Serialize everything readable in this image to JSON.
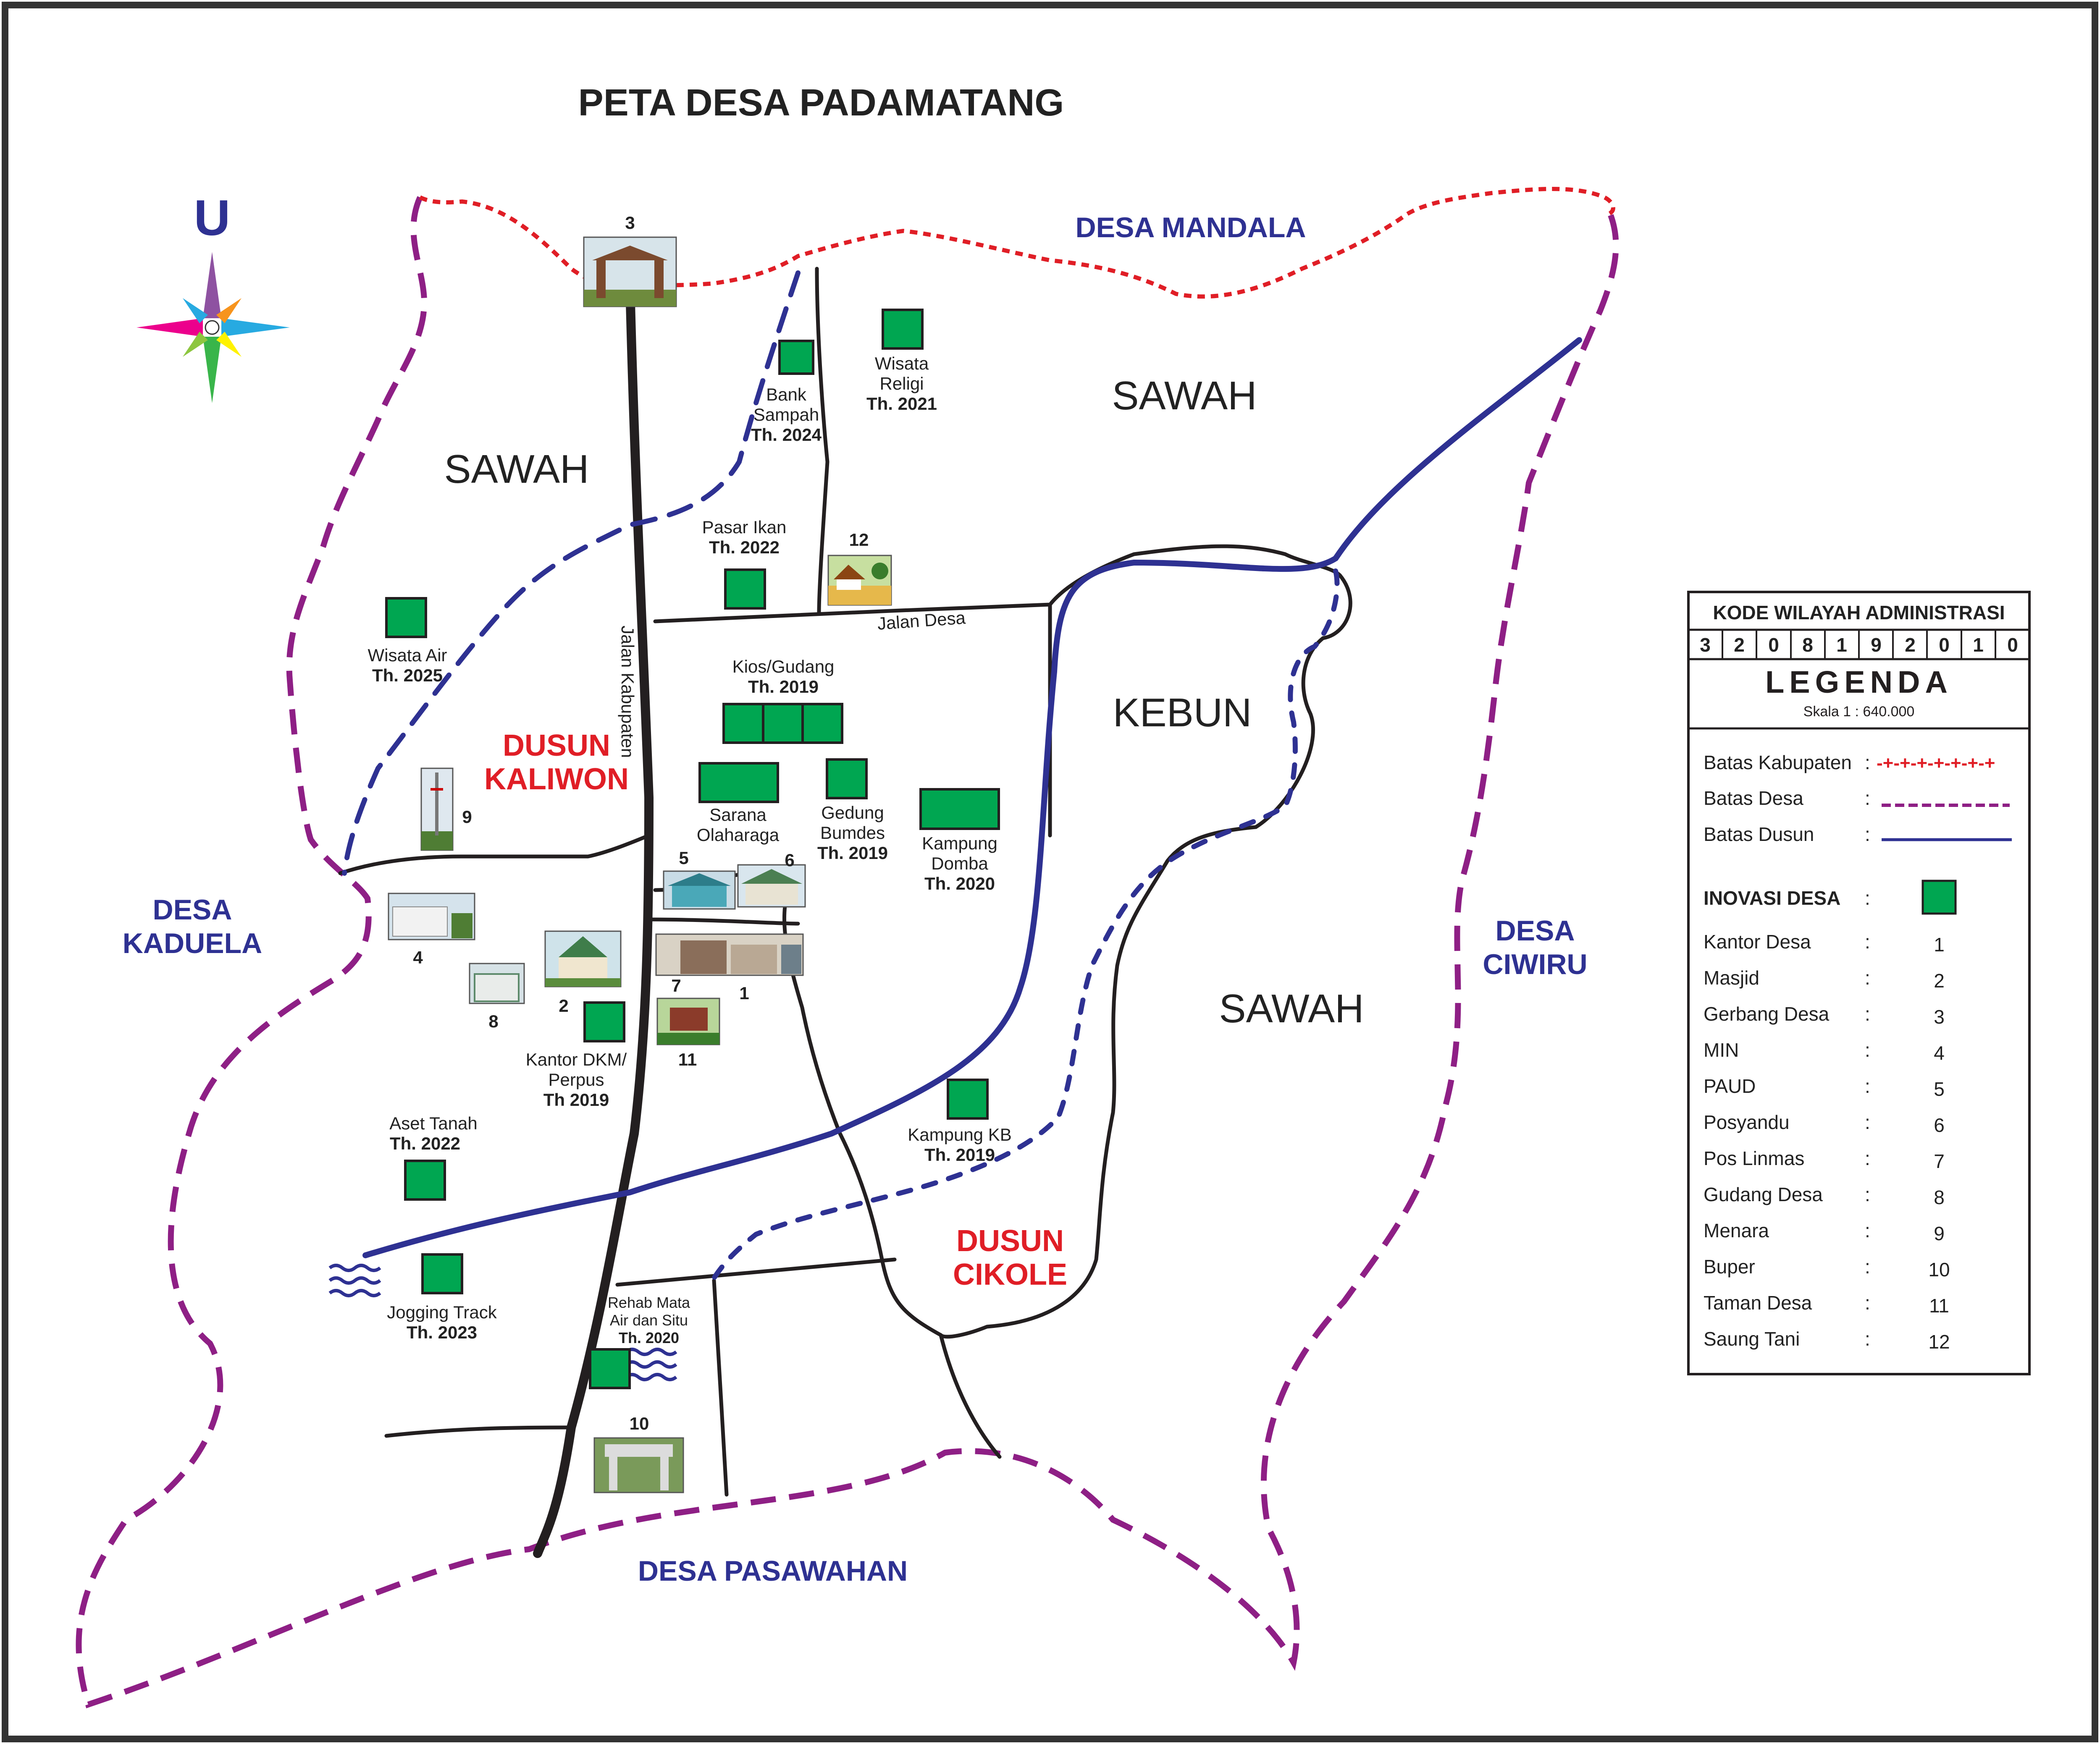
{
  "title": "PETA DESA PADAMATANG",
  "compass": {
    "label": "U"
  },
  "neighbors": {
    "north": "DESA MANDALA",
    "west_1": "DESA",
    "west_2": "KADUELA",
    "east_1": "DESA",
    "east_2": "CIWIRU",
    "south": "DESA PASAWAHAN"
  },
  "regions": {
    "sawah_nw": "SAWAH",
    "sawah_ne": "SAWAH",
    "sawah_e": "SAWAH",
    "kebun": "KEBUN"
  },
  "dusun": {
    "kaliwon_1": "DUSUN",
    "kaliwon_2": "KALIWON",
    "cikole_1": "DUSUN",
    "cikole_2": "CIKOLE"
  },
  "roads": {
    "kabupaten": "Jalan Kabupaten",
    "desa": "Jalan Desa"
  },
  "innovations": {
    "bank_sampah": {
      "l1": "Bank",
      "l2": "Sampah",
      "year": "Th. 2024"
    },
    "wisata_religi": {
      "l1": "Wisata",
      "l2": "Religi",
      "year": "Th. 2021"
    },
    "pasar_ikan": {
      "l1": "Pasar Ikan",
      "year": "Th. 2022"
    },
    "wisata_air": {
      "l1": "Wisata Air",
      "year": "Th. 2025"
    },
    "kios_gudang": {
      "l1": "Kios/Gudang",
      "year": "Th. 2019"
    },
    "sarana_olahraga": {
      "l1": "Sarana",
      "l2": "Olaharaga"
    },
    "gedung_bumdes": {
      "l1": "Gedung",
      "l2": "Bumdes",
      "year": "Th. 2019"
    },
    "kampung_domba": {
      "l1": "Kampung",
      "l2": "Domba",
      "year": "Th. 2020"
    },
    "kantor_dkm": {
      "l1": "Kantor DKM/",
      "l2": "Perpus",
      "year": "Th 2019"
    },
    "aset_tanah": {
      "l1": "Aset Tanah",
      "year": "Th. 2022"
    },
    "kampung_kb": {
      "l1": "Kampung KB",
      "year": "Th. 2019"
    },
    "jogging_track": {
      "l1": "Jogging Track",
      "year": "Th. 2023"
    },
    "rehab_mata_air": {
      "l1": "Rehab Mata",
      "l2": "Air dan Situ",
      "year": "Th. 2020"
    }
  },
  "photo_numbers": [
    "1",
    "2",
    "3",
    "4",
    "5",
    "6",
    "7",
    "8",
    "9",
    "10",
    "11",
    "12"
  ],
  "legend": {
    "code_title": "KODE WILAYAH ADMINISTRASI",
    "code_digits": [
      "3",
      "2",
      "0",
      "8",
      "1",
      "9",
      "2",
      "0",
      "1",
      "0"
    ],
    "title": "LEGENDA",
    "scale": "Skala 1 : 640.000",
    "boundaries": [
      {
        "label": "Batas Kabupaten",
        "sep": ":",
        "sample": "-+-+-+-+-+-+-+"
      },
      {
        "label": "Batas Desa",
        "sep": ":"
      },
      {
        "label": "Batas Dusun",
        "sep": ":"
      }
    ],
    "innovation_label": "INOVASI DESA",
    "innovation_sep": ":",
    "items": [
      {
        "label": "Kantor Desa",
        "sep": ":",
        "num": "1"
      },
      {
        "label": "Masjid",
        "sep": ":",
        "num": "2"
      },
      {
        "label": "Gerbang Desa",
        "sep": ":",
        "num": "3"
      },
      {
        "label": "MIN",
        "sep": ":",
        "num": "4"
      },
      {
        "label": "PAUD",
        "sep": ":",
        "num": "5"
      },
      {
        "label": "Posyandu",
        "sep": ":",
        "num": "6"
      },
      {
        "label": "Pos Linmas",
        "sep": ":",
        "num": "7"
      },
      {
        "label": "Gudang Desa",
        "sep": ":",
        "num": "8"
      },
      {
        "label": "Menara",
        "sep": ":",
        "num": "9"
      },
      {
        "label": "Buper",
        "sep": ":",
        "num": "10"
      },
      {
        "label": "Taman Desa",
        "sep": ":",
        "num": "11"
      },
      {
        "label": "Saung Tani",
        "sep": ":",
        "num": "12"
      }
    ]
  },
  "colors": {
    "batas_kabupaten": "#e01e26",
    "batas_desa": "#8e1f85",
    "batas_dusun": "#2e3192",
    "road": "#231f20",
    "innovation": "#00a651",
    "dusun_label": "#e01e26",
    "desa_label": "#2e3192"
  }
}
